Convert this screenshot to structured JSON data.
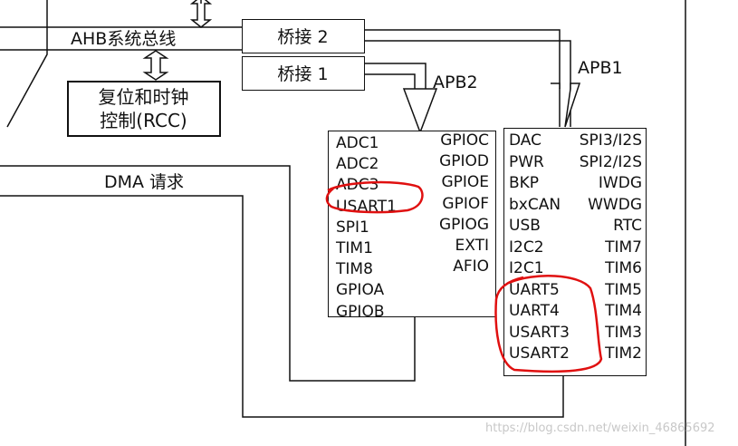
{
  "bus": {
    "ahb_label": "AHB系统总线",
    "bridge2": "桥接 2",
    "bridge1": "桥接 1",
    "apb1": "APB1",
    "apb2": "APB2",
    "rcc_line1": "复位和时钟",
    "rcc_line2": "控制(RCC)",
    "dma": "DMA 请求"
  },
  "apb2_modules": {
    "left": [
      "ADC1",
      "ADC2",
      "ADC3",
      "USART1",
      "SPI1",
      "TIM1",
      "TIM8",
      "GPIOA",
      "GPIOB"
    ],
    "right": [
      "GPIOC",
      "GPIOD",
      "GPIOE",
      "GPIOF",
      "GPIOG",
      "EXTI",
      "AFIO"
    ]
  },
  "apb1_modules": {
    "left": [
      "DAC",
      "PWR",
      "BKP",
      "bxCAN",
      "USB",
      "I2C2",
      "I2C1",
      "UART5",
      "UART4",
      "USART3",
      "USART2"
    ],
    "right": [
      "SPI3/I2S",
      "SPI2/I2S",
      "IWDG",
      "WWDG",
      "RTC",
      "TIM7",
      "TIM6",
      "TIM5",
      "TIM4",
      "TIM3",
      "TIM2"
    ]
  },
  "annotation_color": "#e01010",
  "watermark": "https://blog.csdn.net/weixin_46865692"
}
